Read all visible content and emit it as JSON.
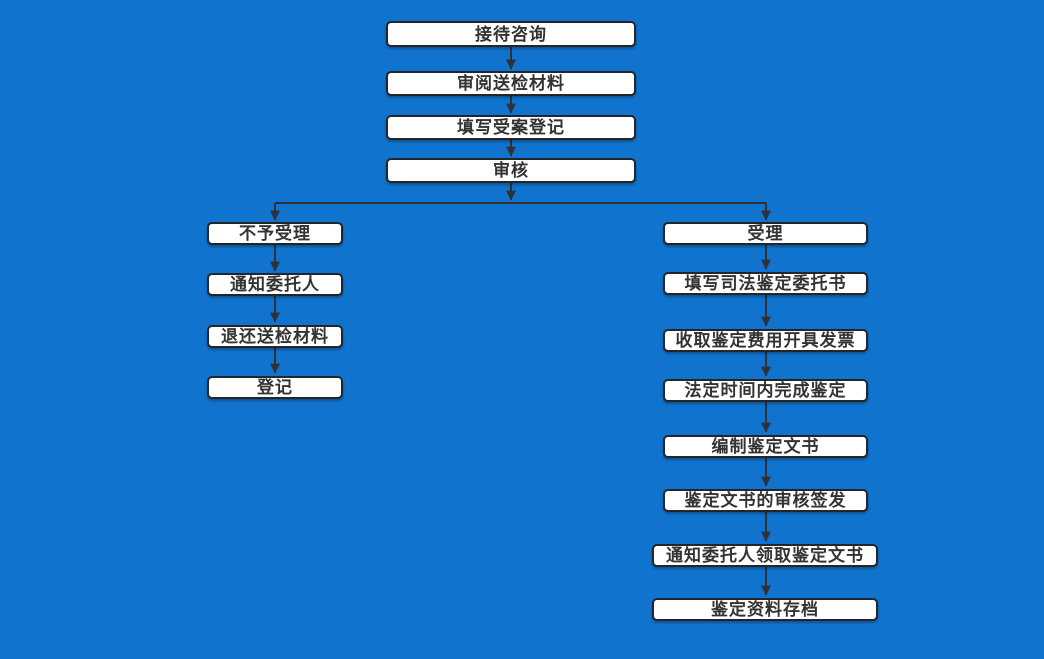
{
  "diagram": {
    "type": "flowchart",
    "background_color": "#1073cd",
    "node_fill_color": "#ffffff",
    "node_border_color": "#22262b",
    "node_text_color": "#333333",
    "connector_color": "#2e3237",
    "flow": {
      "top": [
        {
          "id": "reception",
          "label": "接待咨询"
        },
        {
          "id": "review-materials",
          "label": "审阅送检材料"
        },
        {
          "id": "case-registration",
          "label": "填写受案登记"
        },
        {
          "id": "audit",
          "label": "审核"
        }
      ],
      "left": [
        {
          "id": "not-accepted",
          "label": "不予受理"
        },
        {
          "id": "notify-client",
          "label": "通知委托人"
        },
        {
          "id": "return-materials",
          "label": "退还送检材料"
        },
        {
          "id": "register",
          "label": "登记"
        }
      ],
      "right": [
        {
          "id": "accepted",
          "label": "受理"
        },
        {
          "id": "commission-letter",
          "label": "填写司法鉴定委托书"
        },
        {
          "id": "collect-fee-invoice",
          "label": "收取鉴定费用开具发票"
        },
        {
          "id": "complete-within-legal-time",
          "label": "法定时间内完成鉴定"
        },
        {
          "id": "compile-document",
          "label": "编制鉴定文书"
        },
        {
          "id": "review-sign-document",
          "label": "鉴定文书的审核签发"
        },
        {
          "id": "notify-collect-document",
          "label": "通知委托人领取鉴定文书"
        },
        {
          "id": "archive-materials",
          "label": "鉴定资料存档"
        }
      ]
    },
    "edges": [
      [
        "reception",
        "review-materials"
      ],
      [
        "review-materials",
        "case-registration"
      ],
      [
        "case-registration",
        "audit"
      ],
      [
        "audit",
        "not-accepted"
      ],
      [
        "audit",
        "accepted"
      ],
      [
        "not-accepted",
        "notify-client"
      ],
      [
        "notify-client",
        "return-materials"
      ],
      [
        "return-materials",
        "register"
      ],
      [
        "accepted",
        "commission-letter"
      ],
      [
        "commission-letter",
        "collect-fee-invoice"
      ],
      [
        "collect-fee-invoice",
        "complete-within-legal-time"
      ],
      [
        "complete-within-legal-time",
        "compile-document"
      ],
      [
        "compile-document",
        "review-sign-document"
      ],
      [
        "review-sign-document",
        "notify-collect-document"
      ],
      [
        "notify-collect-document",
        "archive-materials"
      ]
    ]
  }
}
